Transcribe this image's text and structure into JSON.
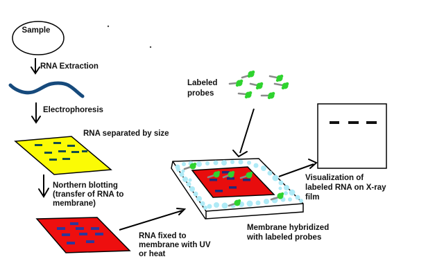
{
  "labels": {
    "sample": "Sample",
    "rna_extraction": "RNA Extraction",
    "electrophoresis": "Electrophoresis",
    "rna_separated": "RNA separated by size",
    "northern_blotting": [
      "Northern blotting",
      "(transfer of RNA to",
      "membrane)"
    ],
    "rna_fixed": [
      "RNA fixed to",
      "membrane with UV",
      "or heat"
    ],
    "labeled_probes": [
      "Labeled",
      "probes"
    ],
    "membrane_hybridized": [
      "Membrane hybridized",
      "with labeled probes"
    ],
    "visualization": [
      "Visualization of",
      "labeled RNA on X-ray",
      "film"
    ]
  },
  "colors": {
    "gel_yellow": "#fbfb05",
    "membrane_red": "#ee0f0f",
    "hybridized_membrane_red": "#e80d0d",
    "rna_strand_blue": "#164a7c",
    "gel_band_teal": "#134c4c",
    "membrane_band_blue": "#2e3699",
    "hybridized_band_navy": "#1f2a7a",
    "probe_green": "#2fd32f",
    "probe_tail_gray": "#8a8a8a",
    "wash_cyan": "#aeeaf6",
    "film_white": "#ffffff",
    "outline_black": "#000000"
  }
}
